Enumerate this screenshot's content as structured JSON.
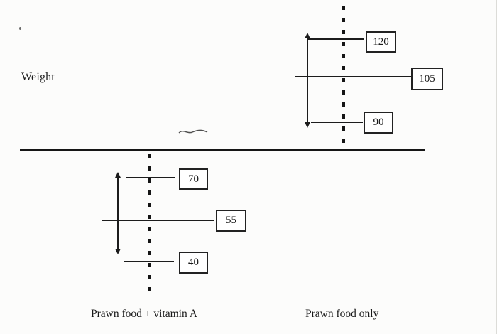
{
  "ylabel": "Weight",
  "groups": [
    {
      "label": "Prawn food + vitamin A",
      "max": "70",
      "mean": "55",
      "min": "40"
    },
    {
      "label": "Prawn food only",
      "max": "120",
      "mean": "105",
      "min": "90"
    }
  ],
  "chart_data": {
    "type": "scatter",
    "subtype": "mean-and-range (error-bar style) comparison drawn about a common baseline",
    "title": "",
    "xlabel": "",
    "ylabel": "Weight",
    "categories": [
      "Prawn food + vitamin A",
      "Prawn food only"
    ],
    "series": [
      {
        "name": "maximum",
        "values": [
          70,
          120
        ]
      },
      {
        "name": "mean",
        "values": [
          55,
          105
        ]
      },
      {
        "name": "minimum",
        "values": [
          40,
          90
        ]
      }
    ],
    "grid": false,
    "legend": false
  }
}
